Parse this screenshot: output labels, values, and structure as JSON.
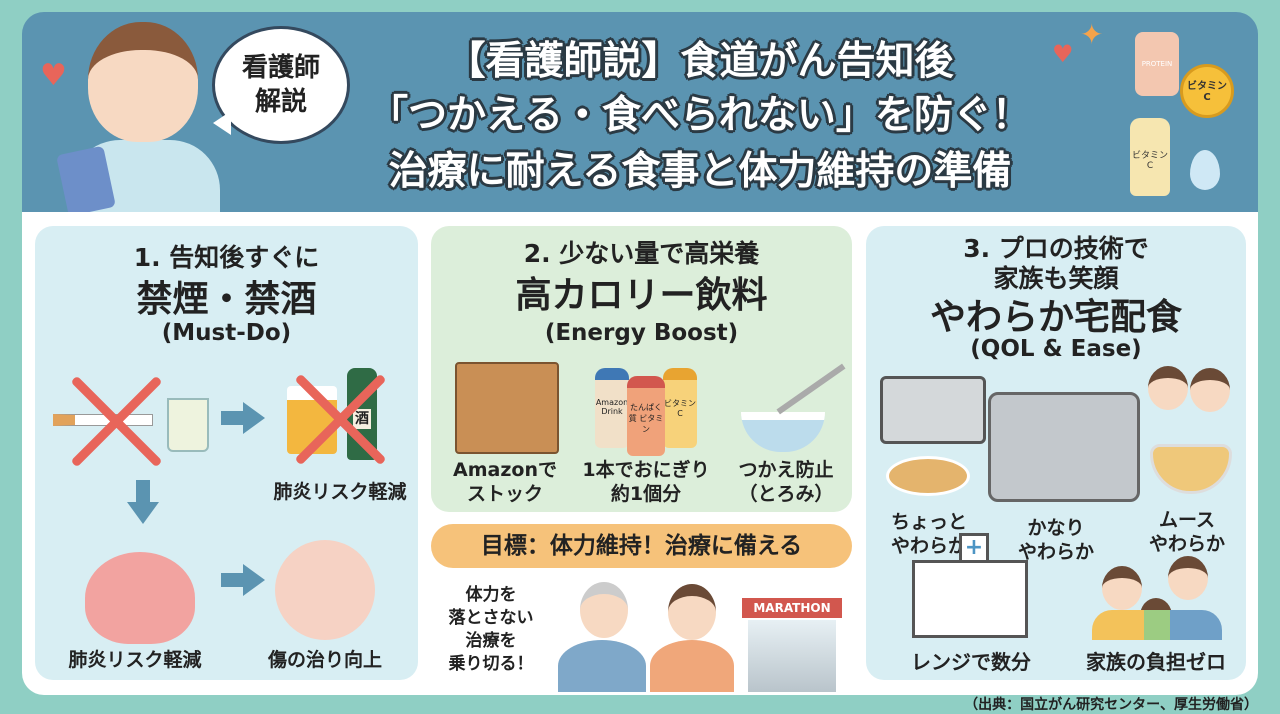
{
  "header": {
    "bubble": [
      "看護師",
      "解説"
    ],
    "title_lines": [
      "【看護師説】食道がん告知後",
      "「つかえる・食べられない」を防ぐ！",
      "治療に耐える食事と体力維持の準備"
    ],
    "illustration_labels": {
      "shaker": "PROTEIN",
      "coin": "ビタミン C",
      "bottle": "ビタミン C"
    }
  },
  "panel1": {
    "subtitle": "1. 告知後すぐに",
    "title": "禁煙・禁酒",
    "tag": "(Must-Do)",
    "sake_label": "酒",
    "labels": [
      "肺炎リスク軽減",
      "肺炎リスク軽減",
      "傷の治り向上"
    ]
  },
  "panel2": {
    "subtitle": "2. 少ない量で高栄養",
    "title": "高カロリー飲料",
    "tag": "(Energy Boost)",
    "bottle_labels": [
      "Amazon Drink",
      "たんぱく質 ビタミン",
      "ビタミン C"
    ],
    "items": [
      [
        "Amazonで",
        "ストック"
      ],
      [
        "1本でおにぎり",
        "約1個分"
      ],
      [
        "つかえ防止",
        "（とろみ）"
      ]
    ]
  },
  "goal": {
    "banner": "目標：体力維持！治療に備える",
    "text": [
      "体力を",
      "落とさない",
      "治療を",
      "乗り切る！"
    ],
    "sign": "MARATHON"
  },
  "panel3": {
    "subtitle": [
      "3. プロの技術で",
      "家族も笑顔"
    ],
    "title": "やわらか宅配食",
    "tag": "(QOL & Ease)",
    "items": [
      [
        "ちょっと",
        "やわらか"
      ],
      [
        "かなり",
        "やわらか"
      ],
      [
        "ムース",
        "やわらか"
      ]
    ],
    "bottom": [
      "レンジで数分",
      "家族の負担ゼロ"
    ]
  },
  "footer": "（出典：国立がん研究センター、厚生労働省）",
  "colors": {
    "background": "#8fcfc4",
    "header": "#5b94b1",
    "panel_blue": "#d8eef3",
    "panel_green": "#dceeda",
    "goal": "#f6c27a",
    "cross": "#e8655a"
  }
}
